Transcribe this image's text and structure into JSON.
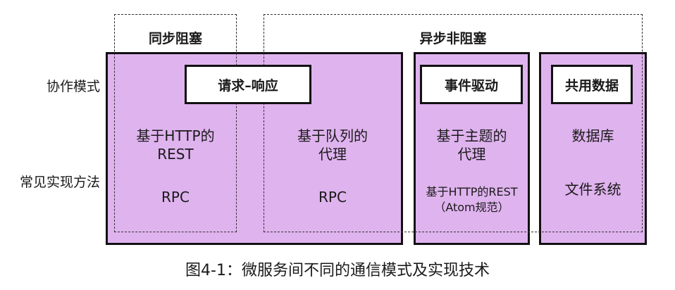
{
  "groups": {
    "sync": "同步阻塞",
    "async": "异步非阻塞"
  },
  "rows": {
    "collab": "协作模式",
    "impl": "常见实现方法"
  },
  "modes": {
    "request_response": "请求–响应",
    "event_driven": "事件驱动",
    "shared_data": "共用数据"
  },
  "impls": {
    "http_rest": [
      "基于HTTP的",
      "REST"
    ],
    "rpc_sync": "RPC",
    "queue_broker": [
      "基于队列的",
      "代理"
    ],
    "rpc_async": "RPC",
    "topic_broker": [
      "基于主题的",
      "代理"
    ],
    "http_rest_atom": [
      "基于HTTP的REST",
      "（Atom规范）"
    ],
    "database": "数据库",
    "filesystem": "文件系统"
  },
  "caption": "图4-1：微服务间不同的通信模式及实现技术",
  "colors": {
    "panel": "#dfb3ee",
    "border": "#111111"
  }
}
